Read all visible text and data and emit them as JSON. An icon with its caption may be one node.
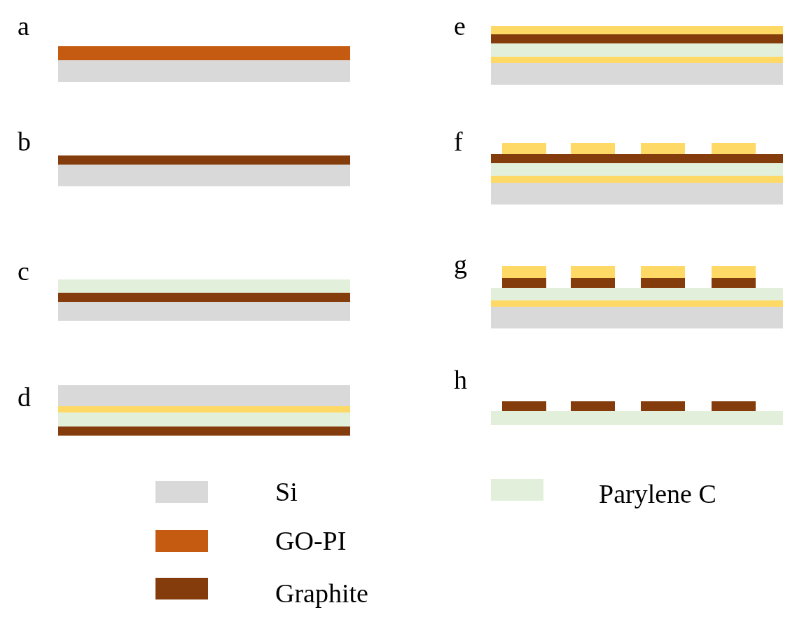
{
  "diagram": {
    "labels": [
      "a",
      "b",
      "c",
      "d",
      "e",
      "f",
      "g",
      "h"
    ],
    "legend": [
      {
        "text": "Si",
        "color": "#d9d9d9"
      },
      {
        "text": "GO-PI",
        "color": "#c55a11"
      },
      {
        "text": "Graphite",
        "color": "#843c0c"
      },
      {
        "text": "Parylene C",
        "color": "#e2efda"
      }
    ]
  }
}
